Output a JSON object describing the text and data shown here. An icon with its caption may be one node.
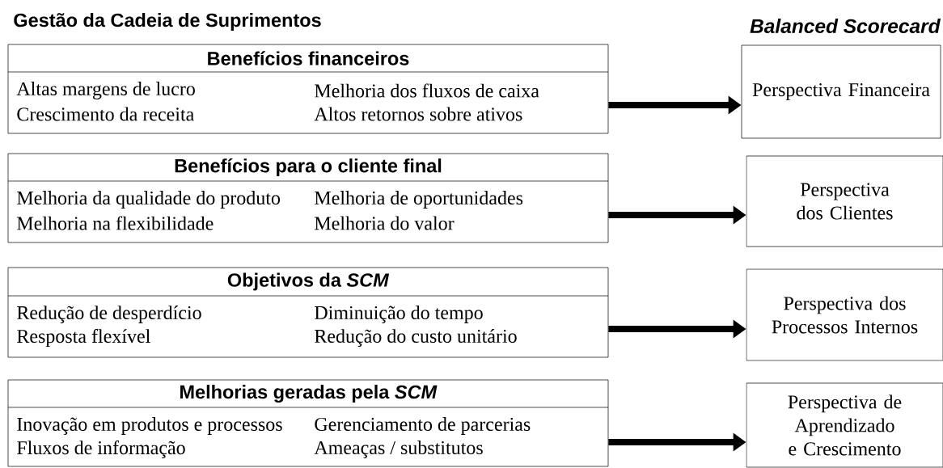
{
  "diagram": {
    "title": "Gestão da Cadeia de Suprimentos",
    "nodes": [
      {
        "text": [
          "Benefícios financeiros",
          "Altas margens de lucro",
          "Crescimento da receita",
          "Melhoria dos fluxos de caixa",
          "Altos retornos sobre ativos"
        ]
      },
      {
        "text": [
          "Benefícios para o cliente final",
          "Melhoria da qualidade do produto",
          "Melhoria na flexibilidade",
          "Melhoria de oportunidades",
          "Melhoria do valor"
        ]
      },
      {
        "text": [
          "Objetivos da *SCM*",
          "Redução de desperdício",
          "Resposta flexível",
          "Diminuição do tempo",
          "Redução do custo unitário"
        ]
      },
      {
        "text": [
          "Melhorias geradas pela *SCM*",
          "Inovação em produtos e processos",
          "Fluxos de informação",
          "Gerenciamento de parcerias",
          "Ameaças / substitutos"
        ]
      },
      {
        "text": [
          "Perspectiva Financeira"
        ]
      },
      {
        "text": [
          "Perspectiva dos Clientes"
        ]
      },
      {
        "text": [
          "Perspectiva dos Processos Internos"
        ]
      },
      {
        "text": [
          "Perspectiva de Aprendizado e Crescimento"
        ]
      }
    ],
    "edges": [
      {
        "from": 0,
        "to": 4,
        "arrow": "to"
      },
      {
        "from": 1,
        "to": 5,
        "arrow": "to"
      },
      {
        "from": 2,
        "to": 6,
        "arrow": "to"
      },
      {
        "from": 3,
        "to": 7,
        "arrow": "to"
      }
    ],
    "labels": [
      "Balanced Scorecard"
    ]
  }
}
